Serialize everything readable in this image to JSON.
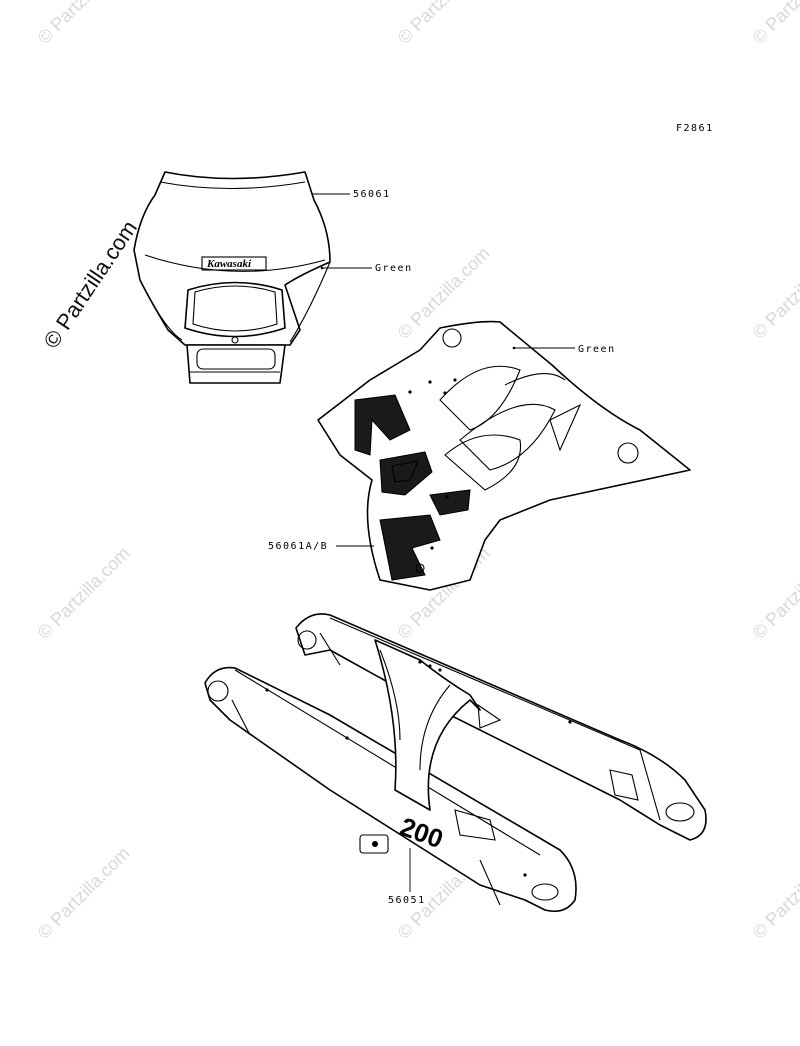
{
  "figure_code": "F2861",
  "watermark": {
    "main": "© Partzilla.com",
    "tile": "© Partzilla.com"
  },
  "headlight": {
    "brand_text": "Kawasaki",
    "part_number": "56061",
    "color_label": "Green"
  },
  "side_cover": {
    "color_label": "Green",
    "part_number": "56061A/B"
  },
  "swingarm": {
    "decal_text": "200",
    "part_number": "56051"
  }
}
